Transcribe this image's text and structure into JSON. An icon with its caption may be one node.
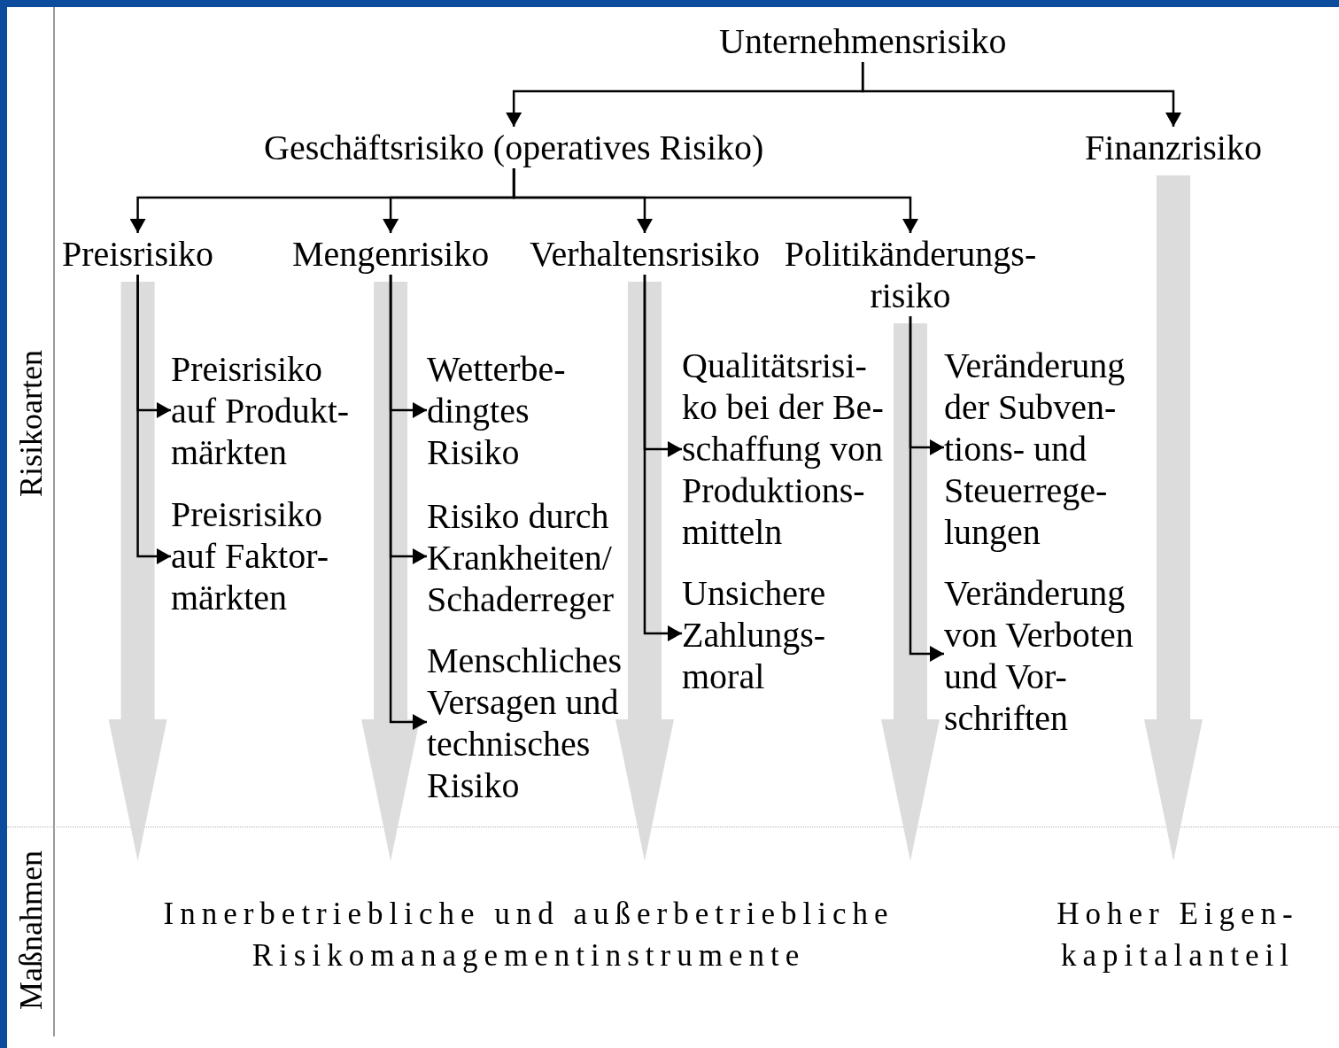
{
  "diagram": {
    "nodes": [
      {
        "text": [
          "Unternehmensrisiko"
        ]
      },
      {
        "text": [
          "Geschäftsrisiko (operatives Risiko)"
        ]
      },
      {
        "text": [
          "Finanzrisiko"
        ]
      },
      {
        "text": [
          "Preisrisiko"
        ]
      },
      {
        "text": [
          "Mengenrisiko"
        ]
      },
      {
        "text": [
          "Verhaltensrisiko"
        ]
      },
      {
        "text": [
          "Politikänderungs- risiko"
        ]
      },
      {
        "text": [
          "Preisrisiko auf Produkt- märkten"
        ]
      },
      {
        "text": [
          "Preisrisiko auf Faktor- märkten"
        ]
      },
      {
        "text": [
          "Wetterbe- dingtes Risiko"
        ]
      },
      {
        "text": [
          "Risiko durch Krankheiten/ Schaderreger"
        ]
      },
      {
        "text": [
          "Menschliches Versagen und technisches Risiko"
        ]
      },
      {
        "text": [
          "Qualitätsrisi- ko bei der Be- schaffung von Produktions- mitteln"
        ]
      },
      {
        "text": [
          "Unsichere Zahlungs- moral"
        ]
      },
      {
        "text": [
          "Veränderung der Subven- tions- und Steuerrege- lungen"
        ]
      },
      {
        "text": [
          "Veränderung von Verboten und Vor- schriften"
        ]
      },
      {
        "text": [
          "Innerbetriebliche und außerbetriebliche Risikomanagementinstrumente"
        ]
      },
      {
        "text": [
          "Hoher Eigen- kapitalanteil"
        ]
      }
    ],
    "edges": [
      {
        "from": 0,
        "to": 1,
        "arrow": "to"
      },
      {
        "from": 0,
        "to": 2,
        "arrow": "to"
      },
      {
        "from": 1,
        "to": 3,
        "arrow": "to"
      },
      {
        "from": 1,
        "to": 4,
        "arrow": "to"
      },
      {
        "from": 1,
        "to": 5,
        "arrow": "to"
      },
      {
        "from": 1,
        "to": 6,
        "arrow": "to"
      },
      {
        "from": 3,
        "to": 7,
        "arrow": "to"
      },
      {
        "from": 3,
        "to": 8,
        "arrow": "to"
      },
      {
        "from": 4,
        "to": 9,
        "arrow": "to"
      },
      {
        "from": 4,
        "to": 10,
        "arrow": "to"
      },
      {
        "from": 4,
        "to": 11,
        "arrow": "to"
      },
      {
        "from": 5,
        "to": 12,
        "arrow": "to"
      },
      {
        "from": 5,
        "to": 13,
        "arrow": "to"
      },
      {
        "from": 6,
        "to": 14,
        "arrow": "to"
      },
      {
        "from": 6,
        "to": 15,
        "arrow": "to"
      },
      {
        "from": 3,
        "to": 16,
        "arrow": "to",
        "style": "thick",
        "color": "#dcdcdc"
      },
      {
        "from": 4,
        "to": 16,
        "arrow": "to",
        "style": "thick",
        "color": "#dcdcdc"
      },
      {
        "from": 5,
        "to": 16,
        "arrow": "to",
        "style": "thick",
        "color": "#dcdcdc"
      },
      {
        "from": 6,
        "to": 16,
        "arrow": "to",
        "style": "thick",
        "color": "#dcdcdc"
      },
      {
        "from": 2,
        "to": 17,
        "arrow": "to",
        "style": "thick",
        "color": "#dcdcdc"
      }
    ],
    "labels": [
      "Risikoarten",
      "Maßnahmen"
    ]
  }
}
